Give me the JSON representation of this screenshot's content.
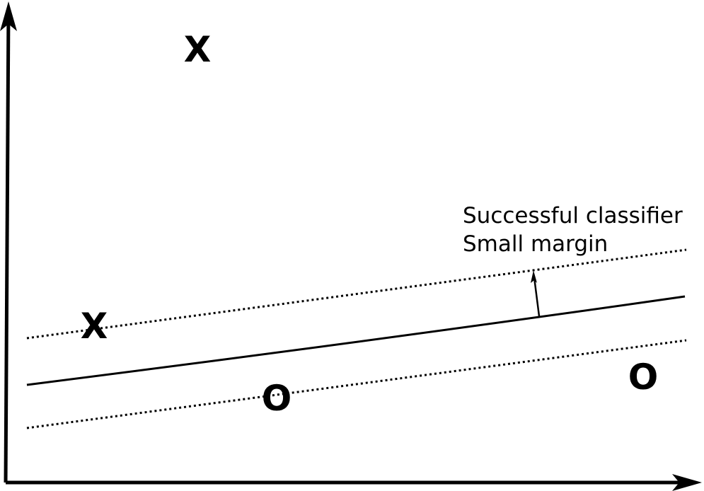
{
  "diagram": {
    "annotation": {
      "line1": "Successful classifier",
      "line2": "Small margin"
    },
    "points": [
      {
        "label": "X",
        "class": "x"
      },
      {
        "label": "X",
        "class": "x"
      },
      {
        "label": "O",
        "class": "o"
      },
      {
        "label": "O",
        "class": "o"
      }
    ]
  },
  "colors": {
    "ink": "#000000",
    "background": "#ffffff"
  }
}
